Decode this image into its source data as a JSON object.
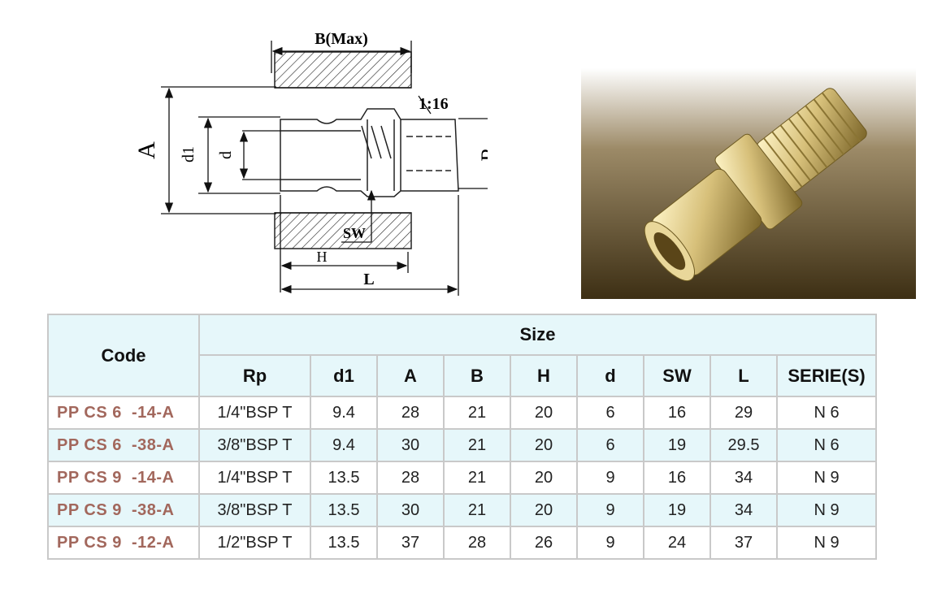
{
  "drawing": {
    "labels": {
      "b_max": "B(Max)",
      "a": "A",
      "d1": "d1",
      "d": "d",
      "taper": "1:16",
      "r": "R",
      "sw": "SW",
      "h": "H",
      "l": "L"
    }
  },
  "photo": {
    "subject": "brass quick coupling plug"
  },
  "table": {
    "code_header": "Code",
    "size_header": "Size",
    "columns": [
      "Rp",
      "d1",
      "A",
      "B",
      "H",
      "d",
      "SW",
      "L",
      "SERIE(S)"
    ],
    "rows": [
      {
        "code": "PP CS 6  -14-A",
        "rp": "1/4\"BSP T",
        "d1": "9.4",
        "a": "28",
        "b": "21",
        "h": "20",
        "d": "6",
        "sw": "16",
        "l": "29",
        "serie": "N 6"
      },
      {
        "code": "PP CS 6  -38-A",
        "rp": "3/8\"BSP T",
        "d1": "9.4",
        "a": "30",
        "b": "21",
        "h": "20",
        "d": "6",
        "sw": "19",
        "l": "29.5",
        "serie": "N 6"
      },
      {
        "code": "PP CS 9  -14-A",
        "rp": "1/4\"BSP T",
        "d1": "13.5",
        "a": "28",
        "b": "21",
        "h": "20",
        "d": "9",
        "sw": "16",
        "l": "34",
        "serie": "N 9"
      },
      {
        "code": "PP CS 9  -38-A",
        "rp": "3/8\"BSP T",
        "d1": "13.5",
        "a": "30",
        "b": "21",
        "h": "20",
        "d": "9",
        "sw": "19",
        "l": "34",
        "serie": "N 9"
      },
      {
        "code": "PP CS 9  -12-A",
        "rp": "1/2\"BSP T",
        "d1": "13.5",
        "a": "37",
        "b": "28",
        "h": "26",
        "d": "9",
        "sw": "24",
        "l": "37",
        "serie": "N 9"
      }
    ]
  }
}
